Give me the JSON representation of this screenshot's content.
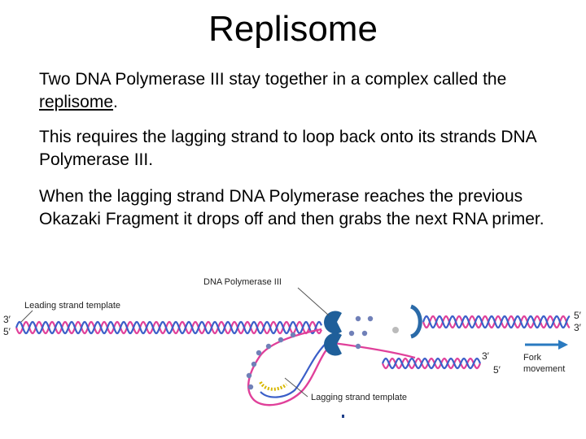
{
  "slide": {
    "title": "Replisome",
    "p1_part1": "Two DNA Polymerase III stay together in a complex called the ",
    "p1_link": "replisome",
    "p1_part2": ".",
    "p2": "This requires the lagging strand to loop back onto its strands DNA Polymerase III.",
    "p3": "When the lagging strand DNA Polymerase reaches the previous Okazaki Fragment it drops off and then grabs the next RNA primer."
  },
  "diagram": {
    "labels": {
      "dna_pol": "DNA Polymerase III",
      "leading_template": "Leading strand template",
      "lagging_template": "Lagging strand template",
      "fork_movement_1": "Fork",
      "fork_movement_2": "movement"
    },
    "ends": {
      "left_top": "3′",
      "left_bottom": "5′",
      "right_top": "5′",
      "right_bottom": "3′",
      "lag_right_top": "3′",
      "lag_right_bottom": "5′"
    },
    "colors": {
      "strand_pink": "#e0409a",
      "strand_blue": "#3a5ec8",
      "polymerase": "#1f5f9a",
      "clamp": "#2a6aa8",
      "primer": "#d8b800",
      "arrow": "#2a7ac0",
      "protein": "#7080b8"
    }
  }
}
